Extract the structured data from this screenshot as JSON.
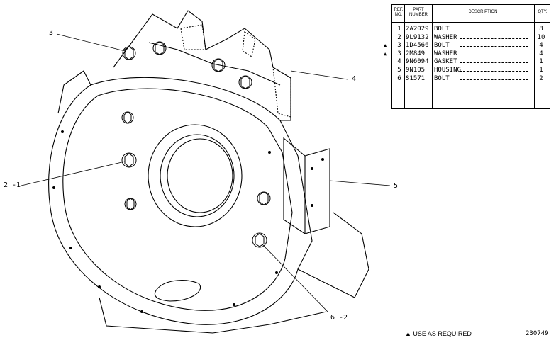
{
  "callouts": {
    "c3": "3",
    "c4": "4",
    "c5": "5",
    "c2_1": "2 -1",
    "c6_2": "6 -2"
  },
  "table": {
    "headers": {
      "ref_line1": "REF.",
      "ref_line2": "NO.",
      "part_line1": "PART",
      "part_line2": "NUMBER",
      "description": "DESCRIPTION",
      "qty": "QTY."
    },
    "rows": [
      {
        "ref": "1",
        "part": "2A2029",
        "desc": "BOLT",
        "qty": "8",
        "marked": false
      },
      {
        "ref": "2",
        "part": "9L9132",
        "desc": "WASHER",
        "qty": "10",
        "marked": false
      },
      {
        "ref": "3",
        "part": "1D4566",
        "desc": "BOLT",
        "qty": "4",
        "marked": true
      },
      {
        "ref": "3",
        "part": "2M849",
        "desc": "WASHER",
        "qty": "4",
        "marked": true
      },
      {
        "ref": "4",
        "part": "9N6094",
        "desc": "GASKET",
        "qty": "1",
        "marked": false
      },
      {
        "ref": "5",
        "part": "9N105",
        "desc": "HOUSING",
        "qty": "1",
        "marked": false
      },
      {
        "ref": "6",
        "part": "S1571",
        "desc": "BOLT",
        "qty": "2",
        "marked": false
      }
    ]
  },
  "footnote": "▲ USE AS REQUIRED",
  "illustration_id": "230749"
}
